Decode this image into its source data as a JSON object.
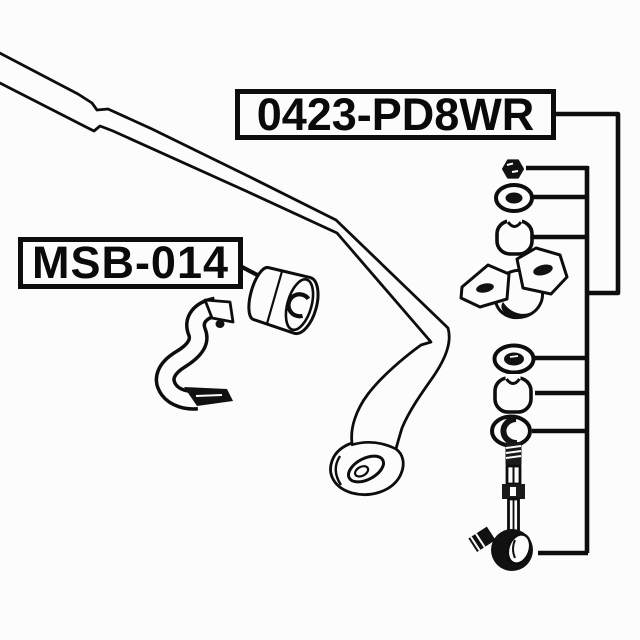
{
  "figure": {
    "kind": "auto-parts-exploded-diagram",
    "background_color": "#fcfcfc",
    "line_color": "#0d0d0d"
  },
  "labels": {
    "link_assembly": {
      "text": "0423-PD8WR"
    },
    "bushing": {
      "text": "MSB-014"
    }
  },
  "drawings": [
    {
      "name": "stabilizer-sway-bar"
    },
    {
      "name": "stabilizer-bushing"
    },
    {
      "name": "bushing-clamp-bracket"
    },
    {
      "name": "link-mount-bracket"
    },
    {
      "name": "nut"
    },
    {
      "name": "washer-upper"
    },
    {
      "name": "cushion-rubber-upper"
    },
    {
      "name": "washer-lower"
    },
    {
      "name": "cushion-rubber-lower"
    },
    {
      "name": "cushion-washer"
    },
    {
      "name": "stabilizer-link-ball-joint"
    }
  ]
}
